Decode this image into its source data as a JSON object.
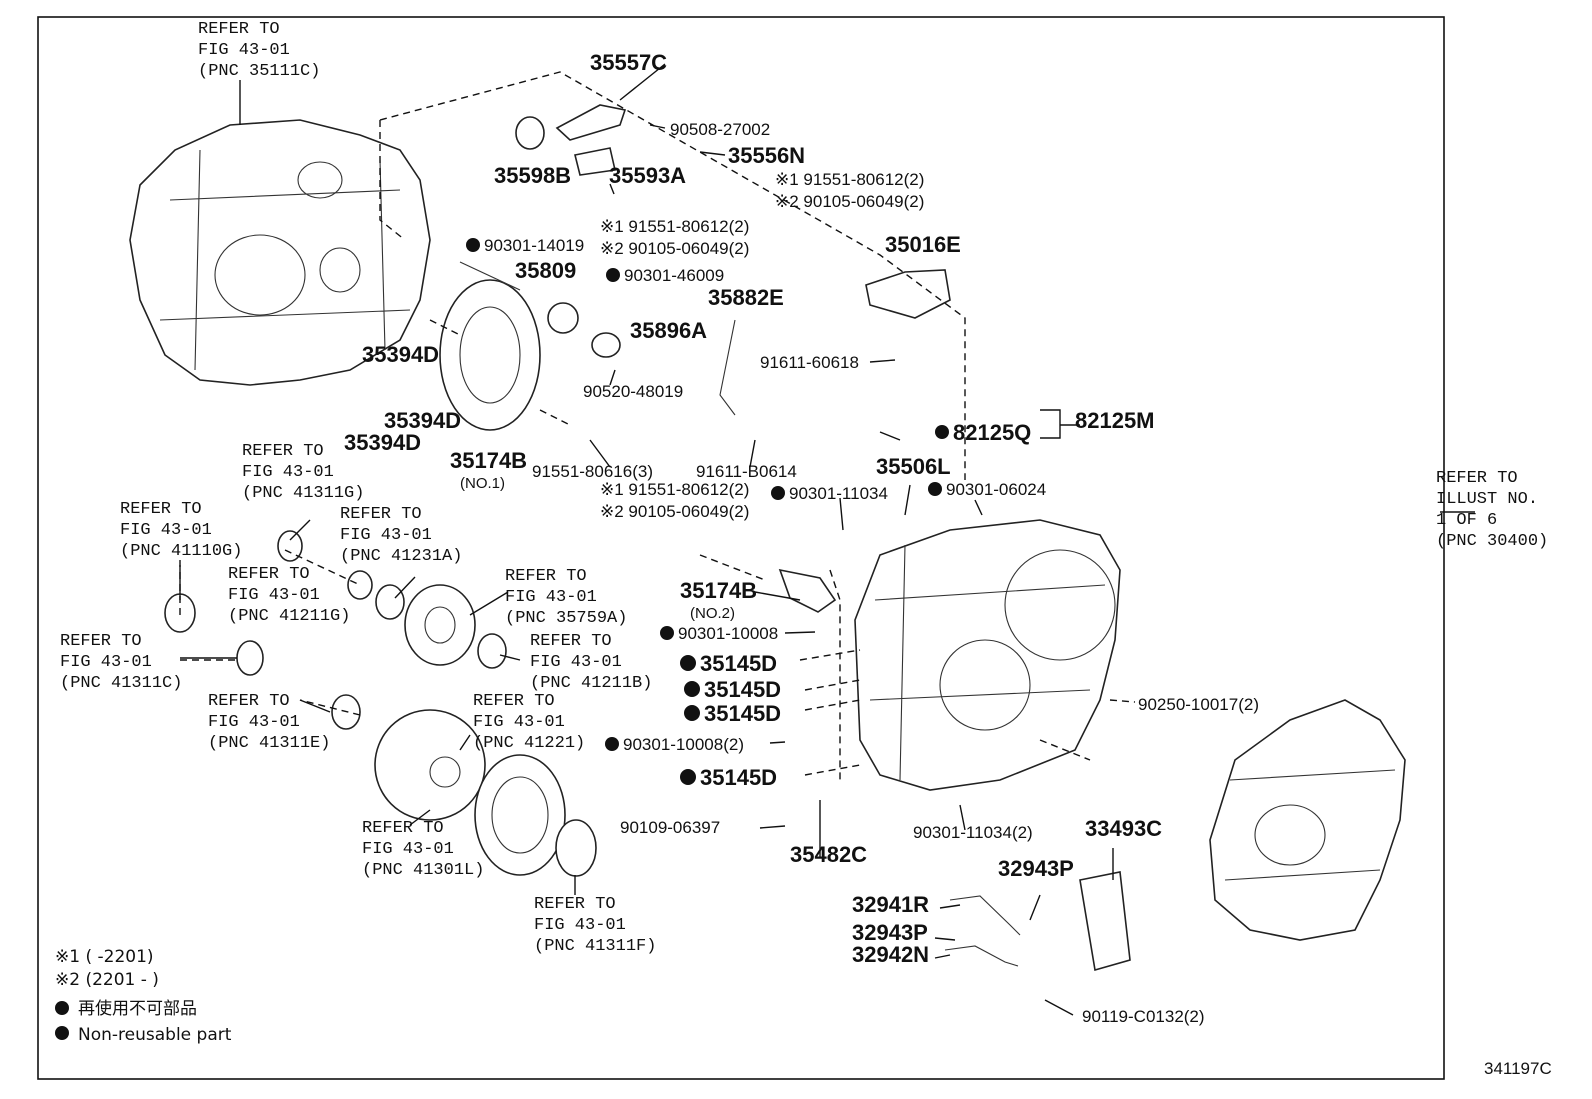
{
  "diagram_id": "341197C",
  "refer_labels": [
    {
      "lines": [
        "REFER TO",
        "FIG 43-01",
        "(PNC 35111C)"
      ]
    },
    {
      "lines": [
        "REFER TO",
        "FIG 43-01",
        "(PNC 41311G)"
      ]
    },
    {
      "lines": [
        "REFER TO",
        "FIG 43-01",
        "(PNC 41110G)"
      ]
    },
    {
      "lines": [
        "REFER TO",
        "FIG 43-01",
        "(PNC 41231A)"
      ]
    },
    {
      "lines": [
        "REFER TO",
        "FIG 43-01",
        "(PNC 41211G)"
      ]
    },
    {
      "lines": [
        "REFER TO",
        "FIG 43-01",
        "(PNC 35759A)"
      ]
    },
    {
      "lines": [
        "REFER TO",
        "FIG 43-01",
        "(PNC 41311C)"
      ]
    },
    {
      "lines": [
        "REFER TO",
        "FIG 43-01",
        "(PNC 41211B)"
      ]
    },
    {
      "lines": [
        "REFER TO",
        "FIG 43-01",
        "(PNC 41311E)"
      ]
    },
    {
      "lines": [
        "REFER TO",
        "FIG 43-01",
        "(PNC 41221)"
      ]
    },
    {
      "lines": [
        "REFER TO",
        "FIG 43-01",
        "(PNC 41301L)"
      ]
    },
    {
      "lines": [
        "REFER TO",
        "FIG 43-01",
        "(PNC 41311F)"
      ]
    },
    {
      "lines": [
        "REFER TO",
        "ILLUST NO.",
        "1 OF 6",
        "(PNC 30400)"
      ]
    }
  ],
  "parts": {
    "p35557C": "35557C",
    "p90508": "90508-27002",
    "p35556N": "35556N",
    "p35598B": "35598B",
    "p35593A": "35593A",
    "p91551a1": "※1 91551-80612(2)",
    "p90105a2": "※2 90105-06049(2)",
    "p91551b1": "※1 91551-80612(2)",
    "p90105b2": "※2 90105-06049(2)",
    "p90301_14019": "90301-14019",
    "p35809": "35809",
    "p90301_46009": "90301-46009",
    "p35016E": "35016E",
    "p35882E": "35882E",
    "p35896A": "35896A",
    "p35394D_1": "35394D",
    "p35394D_2": "35394D",
    "p35394D_3": "35394D",
    "p90520": "90520-48019",
    "p91611_60618": "91611-60618",
    "p82125M": "82125M",
    "p82125Q": "82125Q",
    "p35174B_1": "35174B",
    "p35174B_1_sub": "(NO.1)",
    "p91551_80616": "91551-80616(3)",
    "p91611_B0614": "91611-B0614",
    "p35506L": "35506L",
    "p91551c1": "※1 91551-80612(2)",
    "p90105c2": "※2 90105-06049(2)",
    "p90301_11034": "90301-11034",
    "p90301_06024": "90301-06024",
    "p35174B_2": "35174B",
    "p35174B_2_sub": "(NO.2)",
    "p90301_10008a": "90301-10008",
    "p35145D_1": "35145D",
    "p35145D_2": "35145D",
    "p35145D_3": "35145D",
    "p90301_10008b": "90301-10008(2)",
    "p35145D_4": "35145D",
    "p90250": "90250-10017(2)",
    "p90109": "90109-06397",
    "p35482C": "35482C",
    "p90301_11034b": "90301-11034(2)",
    "p33493C": "33493C",
    "p32943P_1": "32943P",
    "p32941R": "32941R",
    "p32943P_2": "32943P",
    "p32942N": "32942N",
    "p90119": "90119-C0132(2)"
  },
  "legend": {
    "note1": "※1 (      -2201)",
    "note2": "※2 (2201 -       )",
    "jp": "再使用不可部品",
    "en": "Non-reusable part"
  }
}
